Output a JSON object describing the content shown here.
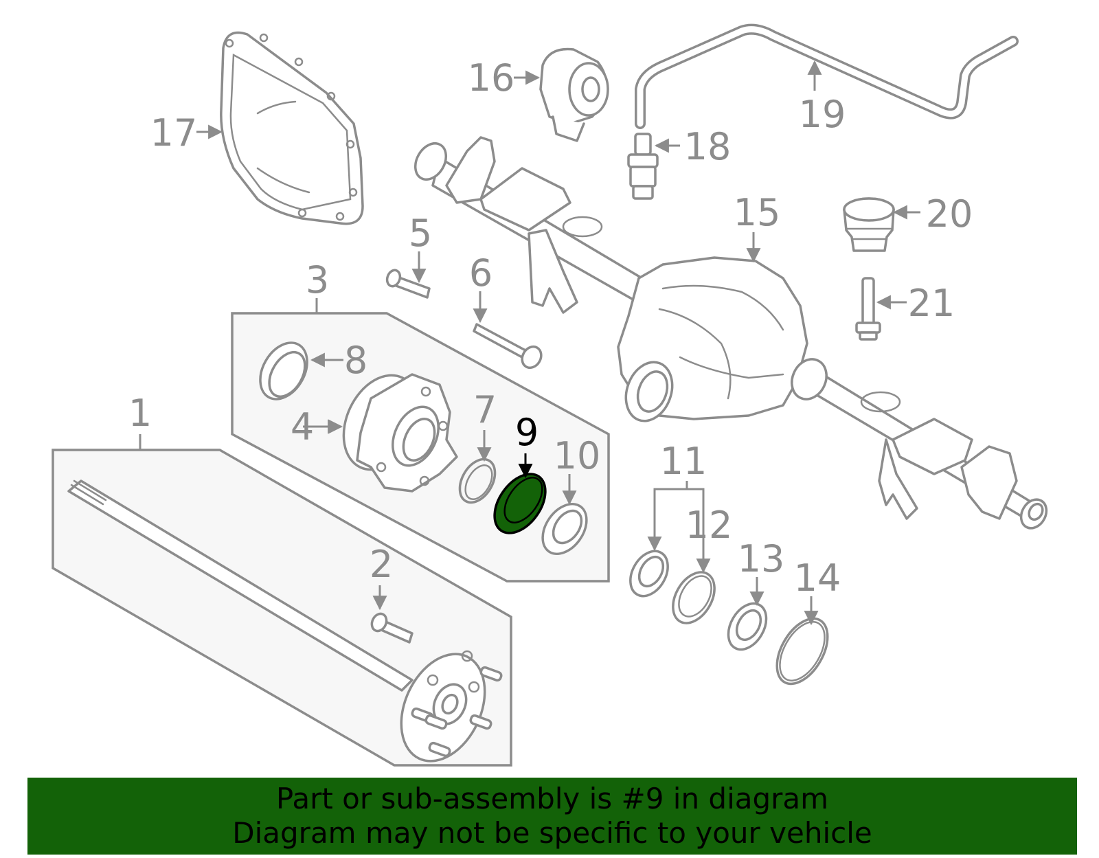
{
  "highlighted_part": "9",
  "colors": {
    "highlight": "#136208",
    "line": "#8c8c8c",
    "banner_bg": "#136208",
    "banner_text": "#000000"
  },
  "callouts": [
    "1",
    "2",
    "3",
    "4",
    "5",
    "6",
    "7",
    "8",
    "9",
    "10",
    "11",
    "12",
    "13",
    "14",
    "15",
    "16",
    "17",
    "18",
    "19",
    "20",
    "21"
  ],
  "banner": {
    "line1": "Part or sub-assembly is #9 in diagram",
    "line2": "Diagram may not be specific to your vehicle"
  }
}
